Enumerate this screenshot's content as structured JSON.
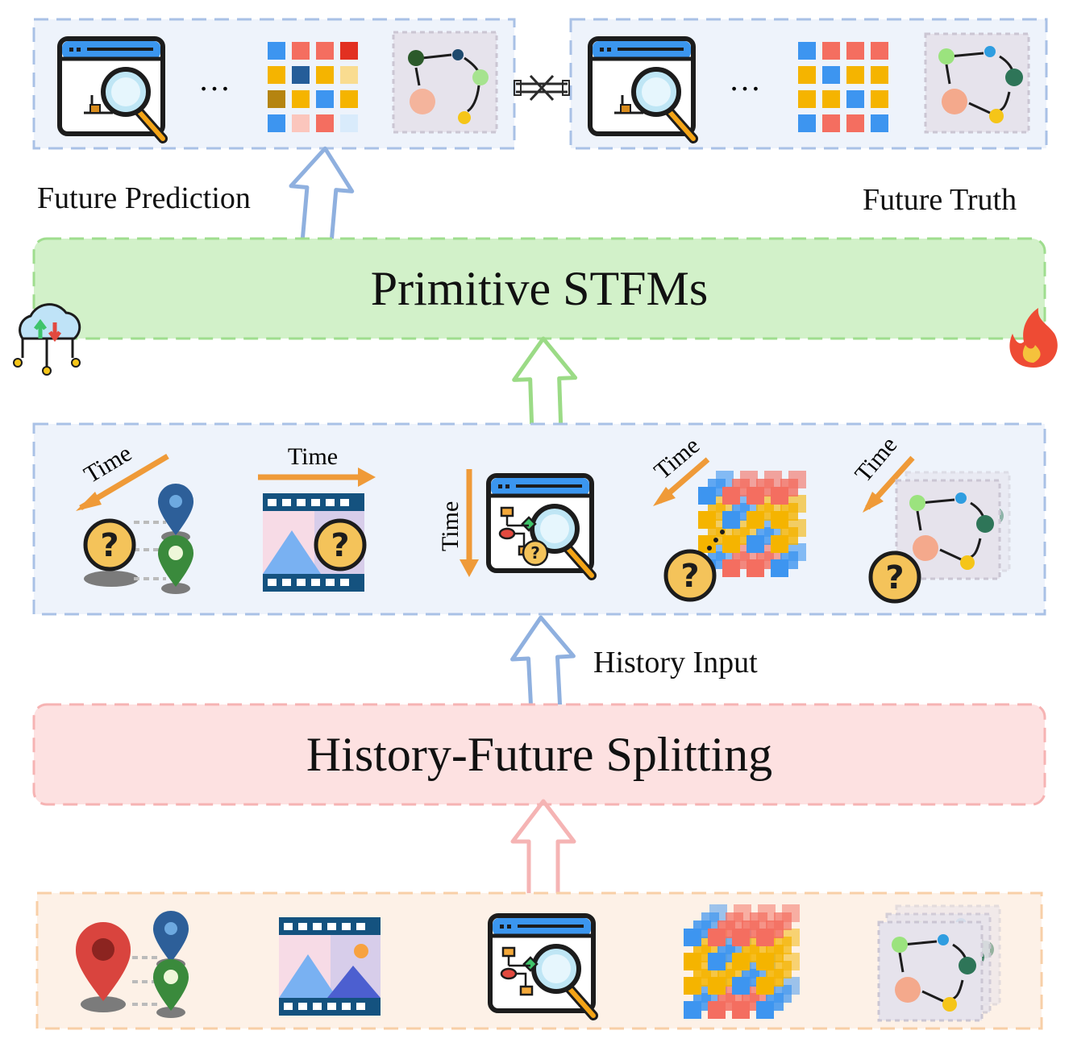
{
  "labels": {
    "future_prediction": "Future Prediction",
    "future_truth": "Future Truth",
    "model": "Primitive STFMs",
    "history_input": "History Input",
    "splitting": "History-Future Splitting",
    "time": "Time",
    "ellipsis": "…",
    "question": "?"
  },
  "colors": {
    "blue_box_fill": "#eef3fb",
    "blue_box_border": "#a9c1e6",
    "green_box_fill": "#d2f1c9",
    "green_box_border": "#9fdd8e",
    "pink_box_fill": "#fde1e1",
    "pink_box_border": "#f6b3b3",
    "peach_box_fill": "#fdf1e7",
    "peach_box_border": "#f8cfa7",
    "grid_blue": "#3d95f0",
    "grid_red": "#f46e60",
    "grid_yellow": "#f5b400",
    "time_arrow": "#ef9a38",
    "arrow_blue": "#8fb0df",
    "arrow_green": "#9bdb86",
    "arrow_pink": "#f5b4b4"
  },
  "icons": {
    "cloud": "cloud-network-icon",
    "fire": "fire-icon",
    "not_equal": "not-equal-icon",
    "search_window": "search-window-icon",
    "grid": "grid-icon",
    "graph": "graph-icon",
    "location": "location-pin-icon",
    "video": "video-film-icon",
    "question": "question-mark-icon"
  }
}
